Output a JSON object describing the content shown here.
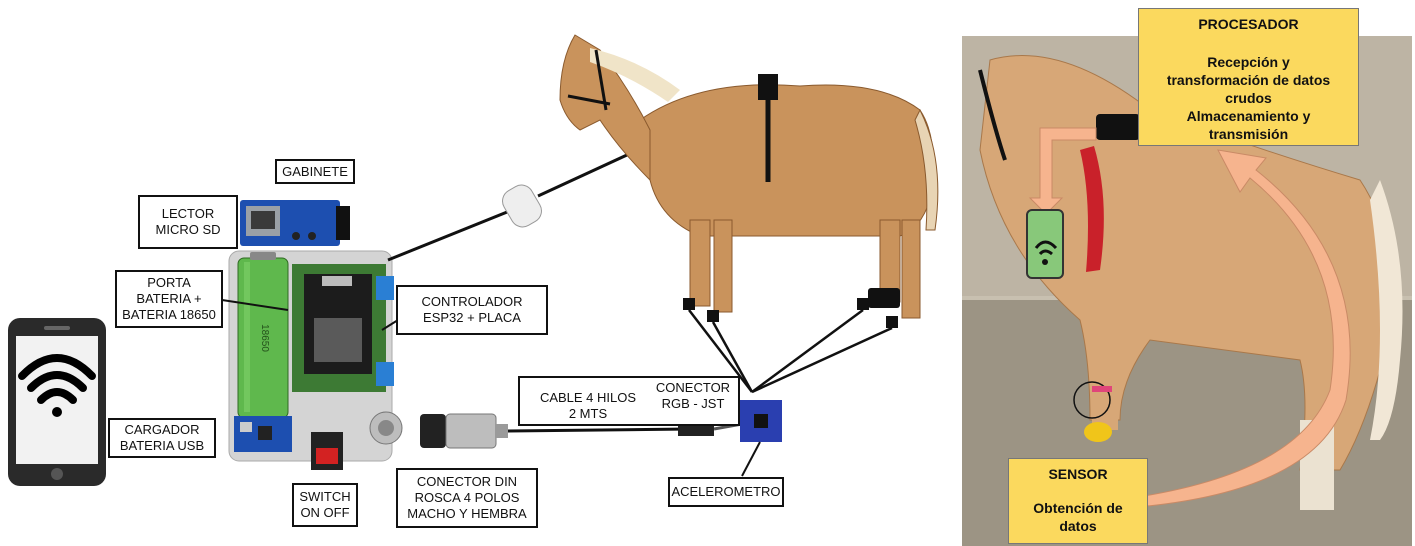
{
  "left_diagram": {
    "labels": {
      "gabinete": "GABINETE",
      "lector": [
        "LECTOR",
        "MICRO SD"
      ],
      "porta": [
        "PORTA",
        "BATERIA +",
        "BATERIA 18650"
      ],
      "cargador": [
        "CARGADOR",
        "BATERIA USB"
      ],
      "controlador": [
        "CONTROLADOR",
        "ESP32 + PLACA"
      ],
      "switch": [
        "SWITCH",
        "ON OFF"
      ],
      "conector_din": [
        "CONECTOR DIN",
        "ROSCA 4 POLOS",
        "MACHO Y HEMBRA"
      ],
      "cable": [
        "CABLE 4 HILOS",
        "2 MTS"
      ],
      "conector_rgb": [
        "CONECTOR",
        "RGB - JST"
      ],
      "acelerometro": "ACELEROMETRO"
    },
    "battery_print": "18650",
    "icons": {
      "phone": "smartphone-icon",
      "wifi": "wifi-icon"
    }
  },
  "right_photo": {
    "procesador_title": "PROCESADOR",
    "procesador_lines": [
      "Recepción y",
      "transformación de datos",
      "crudos",
      "Almacenamiento y",
      "transmisión"
    ],
    "sensor_title": "SENSOR",
    "sensor_lines": [
      "Obtención de",
      "datos"
    ]
  },
  "colors": {
    "label_yellow": "#fbd95e",
    "arrow_peach": "#f6b48e",
    "board_blue": "#1d4fb0",
    "board_green": "#3d7a34",
    "battery_green": "#5fb84d",
    "horse_tan": "#c9935c"
  }
}
